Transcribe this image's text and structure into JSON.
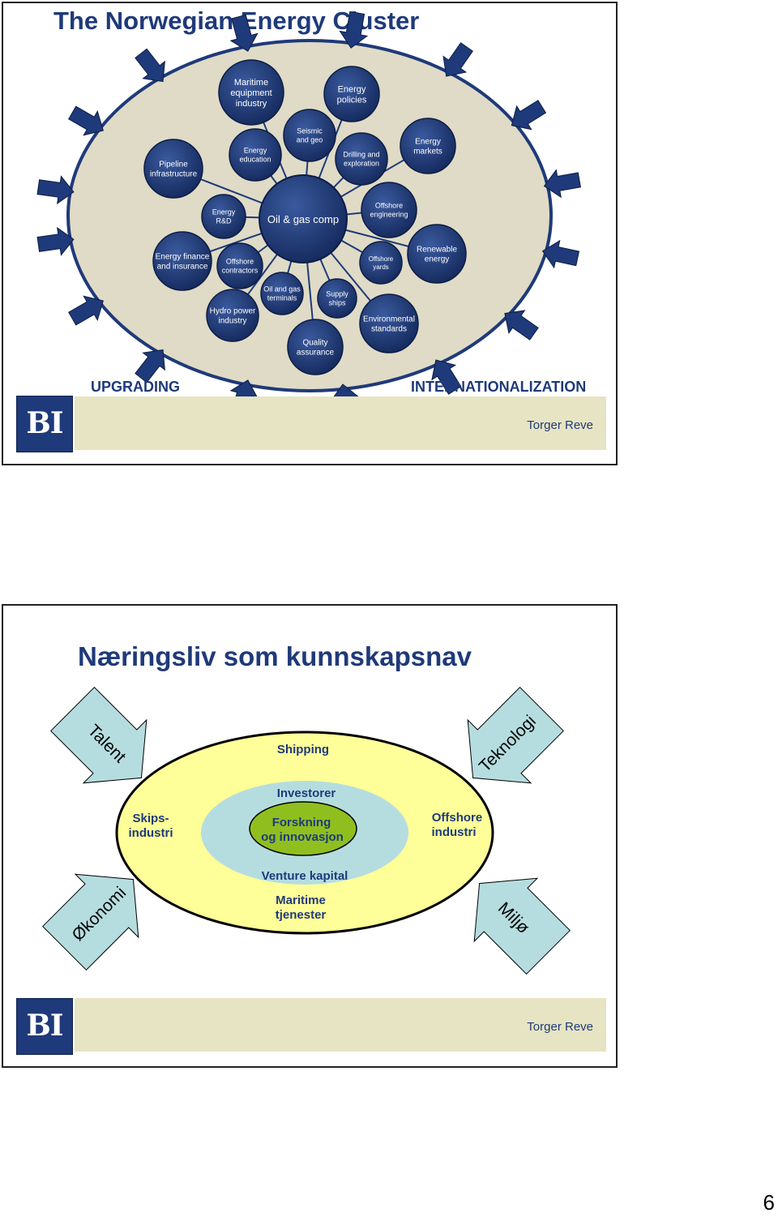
{
  "slide1": {
    "title": "The Norwegian Energy Cluster",
    "center_node": "Oil & gas comp",
    "nodes": [
      {
        "id": "maritime-equipment",
        "lines": [
          "Maritime",
          "equipment",
          "industry"
        ]
      },
      {
        "id": "energy-policies",
        "lines": [
          "Energy",
          "policies"
        ]
      },
      {
        "id": "pipeline-infrastructure",
        "lines": [
          "Pipeline",
          "infrastructure"
        ]
      },
      {
        "id": "energy-education",
        "lines": [
          "Energy",
          "education"
        ]
      },
      {
        "id": "seismic-and-geo",
        "lines": [
          "Seismic",
          "and geo"
        ]
      },
      {
        "id": "drilling-and-exploration",
        "lines": [
          "Drilling and",
          "exploration"
        ]
      },
      {
        "id": "energy-markets",
        "lines": [
          "Energy",
          "markets"
        ]
      },
      {
        "id": "energy-rd",
        "lines": [
          "Energy",
          "R&D"
        ]
      },
      {
        "id": "offshore-engineering",
        "lines": [
          "Offshore",
          "engineering"
        ]
      },
      {
        "id": "energy-finance",
        "lines": [
          "Energy finance",
          "and insurance"
        ]
      },
      {
        "id": "offshore-contractors",
        "lines": [
          "Offshore",
          "contractors"
        ]
      },
      {
        "id": "offshore-yards",
        "lines": [
          "Offshore",
          "yards"
        ]
      },
      {
        "id": "renewable-energy",
        "lines": [
          "Renewable",
          "energy"
        ]
      },
      {
        "id": "oil-gas-terminals",
        "lines": [
          "Oil  and gas",
          "terminals"
        ]
      },
      {
        "id": "supply-ships",
        "lines": [
          "Supply",
          "ships"
        ]
      },
      {
        "id": "hydro-power",
        "lines": [
          "Hydro power",
          "industry"
        ]
      },
      {
        "id": "environmental-standards",
        "lines": [
          "Environmental",
          "standards"
        ]
      },
      {
        "id": "quality-assurance",
        "lines": [
          "Quality",
          "assurance"
        ]
      }
    ],
    "upgrading": "UPGRADING",
    "internationalization": "INTERNATIONALIZATION",
    "author": "Torger Reve",
    "logo": "BI"
  },
  "slide2": {
    "title": "Næringsliv som kunnskapsnav",
    "outer_labels": {
      "shipping": "Shipping",
      "skips": [
        "Skips-",
        "industri"
      ],
      "offshore": [
        "Offshore",
        "industri"
      ],
      "maritime": [
        "Maritime",
        "tjenester"
      ]
    },
    "middle_labels": {
      "investorer": "Investorer",
      "venture": "Venture kapital"
    },
    "inner_labels": [
      "Forskning",
      "og innovasjon"
    ],
    "arrows": {
      "talent": "Talent",
      "teknologi": "Teknologi",
      "okonomi": "Økonomi",
      "miljo": "Miljø"
    },
    "author": "Torger Reve",
    "logo": "BI"
  },
  "page_number": "6",
  "colors": {
    "title": "#1f3a7a",
    "node_fill": "#1f3a7a",
    "cluster_ellipse": "#e0dbc6",
    "outer_ellipse": "#ffff99",
    "middle_ellipse": "#b5dde0",
    "inner_ellipse": "#8fbf1e",
    "arrow_fill": "#b5dde0",
    "banner": "#e6e4c2"
  }
}
